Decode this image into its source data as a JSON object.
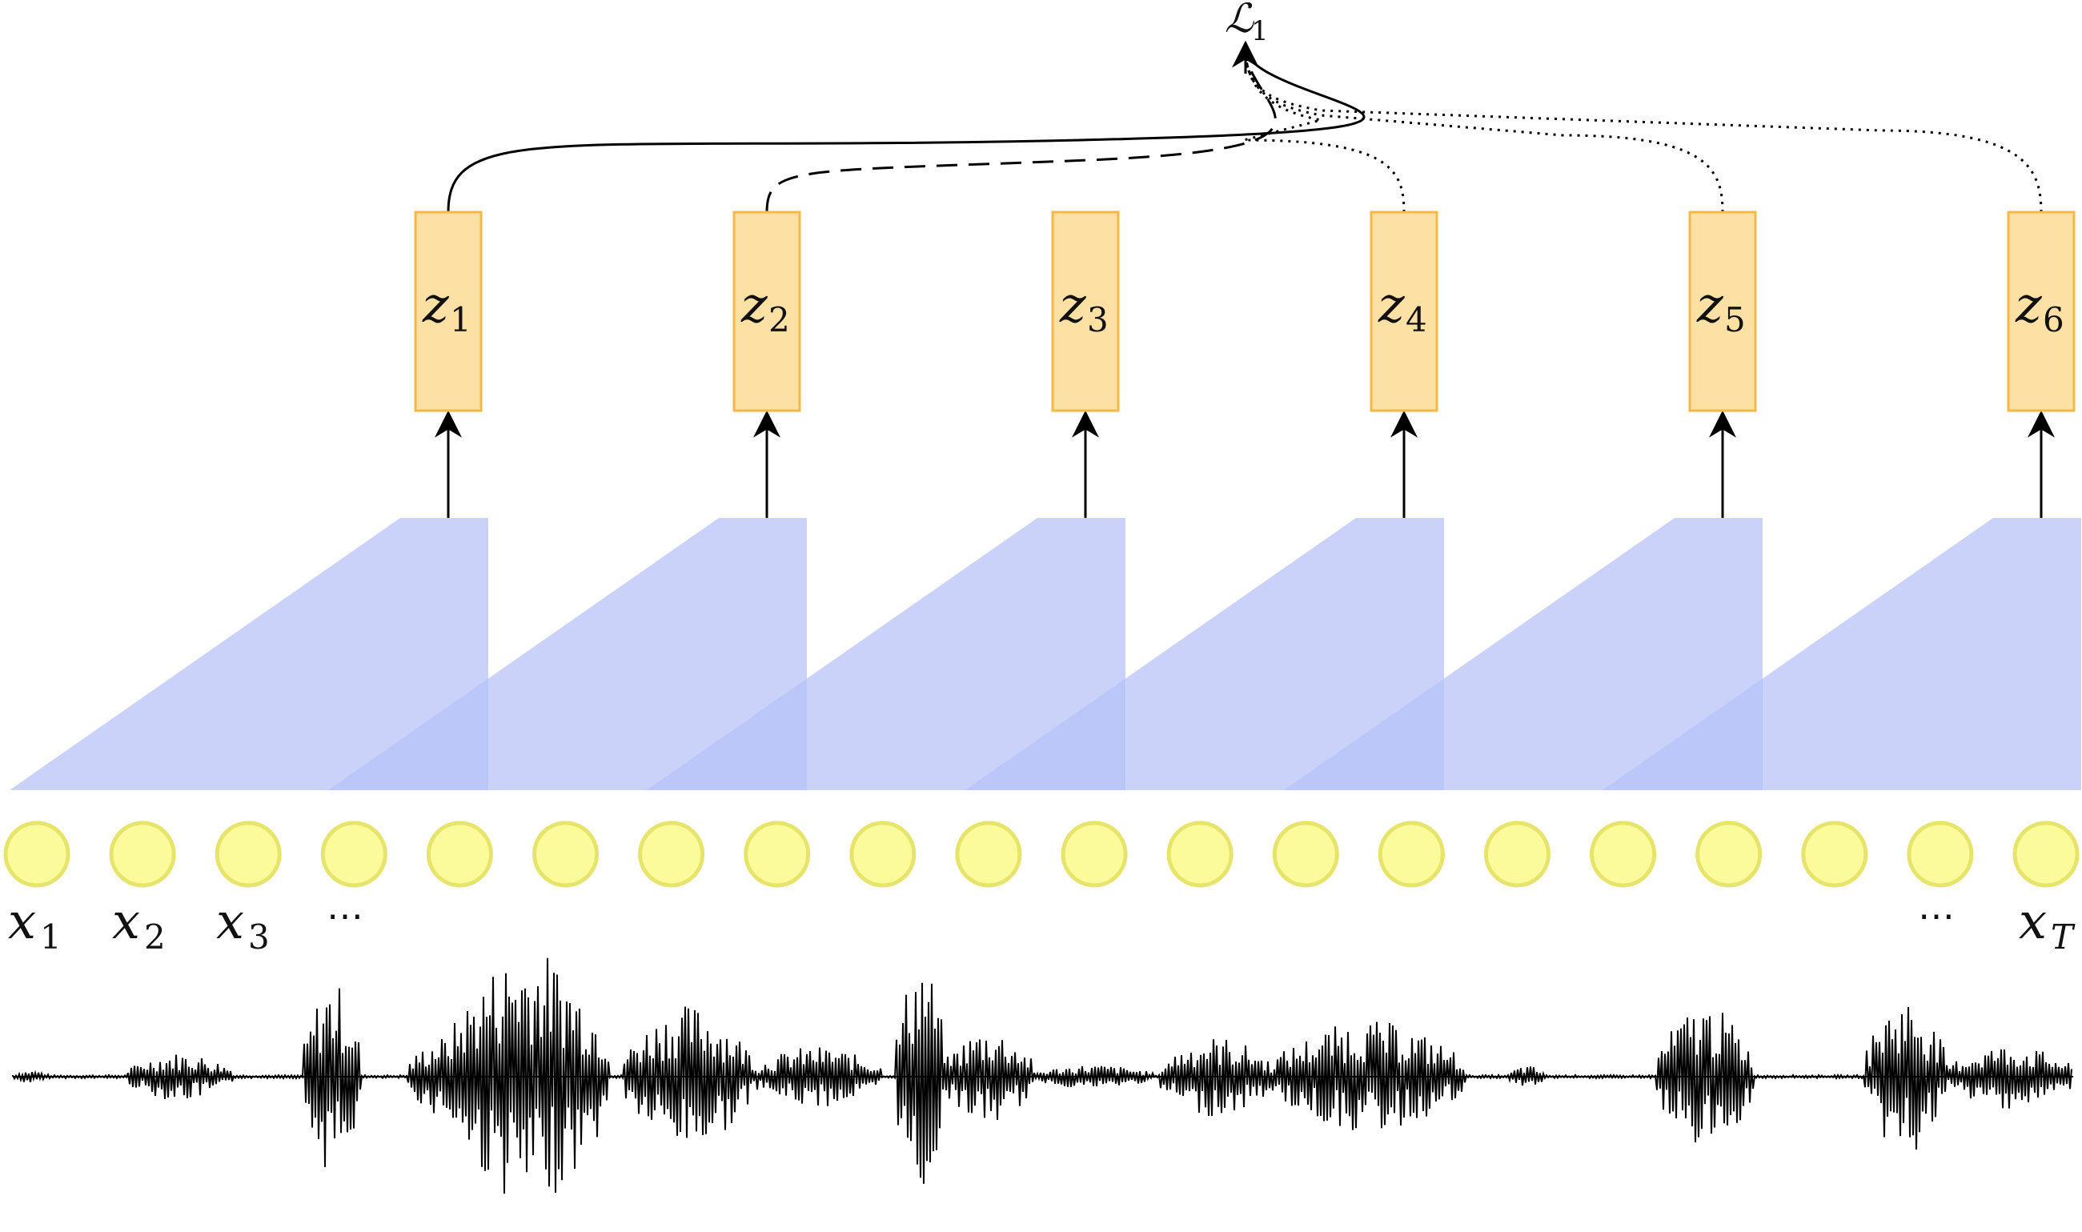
{
  "loss": {
    "symbol": "ℒ",
    "subscript": "1"
  },
  "encoder_outputs": [
    {
      "var": "z",
      "subscript": "1",
      "link": "solid"
    },
    {
      "var": "z",
      "subscript": "2",
      "link": "dashed"
    },
    {
      "var": "z",
      "subscript": "3",
      "link": "none"
    },
    {
      "var": "z",
      "subscript": "4",
      "link": "dotted"
    },
    {
      "var": "z",
      "subscript": "5",
      "link": "dotted"
    },
    {
      "var": "z",
      "subscript": "6",
      "link": "dotted"
    }
  ],
  "input_count": 20,
  "input_labels": [
    {
      "var": "x",
      "subscript": "1"
    },
    {
      "var": "x",
      "subscript": "2"
    },
    {
      "var": "x",
      "subscript": "3"
    },
    {
      "dots": "⋯"
    },
    {
      "dots": "⋯"
    },
    {
      "var": "x",
      "subscript": "T"
    }
  ],
  "colors": {
    "z_box_fill": "#fce0a4",
    "z_box_stroke": "#f5b848",
    "receptive_field": "#b6c1f8",
    "input_node_fill": "#fcfb9c",
    "input_node_stroke": "#e6e46a",
    "ink": "#000000"
  }
}
